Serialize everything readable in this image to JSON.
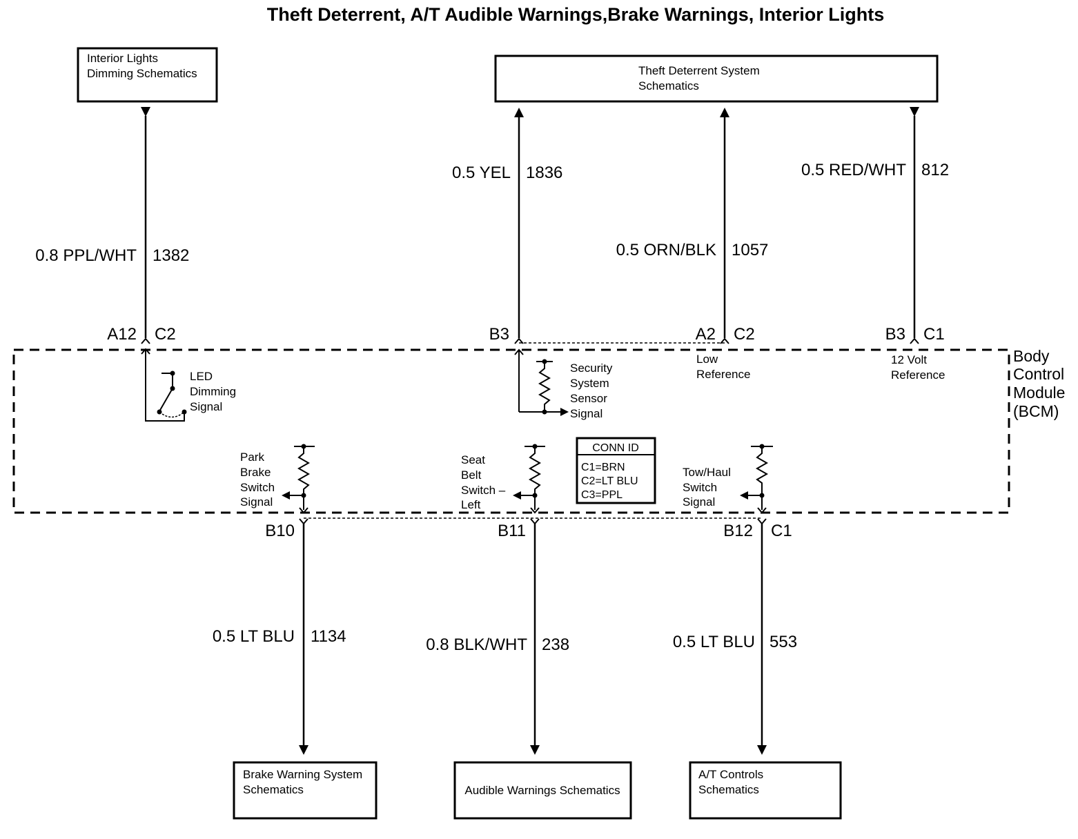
{
  "title": "Theft Deterrent, A/T Audible Warnings,Brake Warnings, Interior Lights",
  "boxes": {
    "interior_lights": [
      "Interior Lights",
      "Dimming Schematics"
    ],
    "theft_deterrent": [
      "Theft Deterrent System",
      "Schematics"
    ],
    "brake_warning": [
      "Brake Warning System",
      "Schematics"
    ],
    "audible_warnings": [
      "Audible Warnings Schematics"
    ],
    "at_controls": [
      "A/T Controls",
      "Schematics"
    ]
  },
  "wires": {
    "w1382": {
      "color": "0.8 PPL/WHT",
      "circuit": "1382"
    },
    "w1836": {
      "color": "0.5 YEL",
      "circuit": "1836"
    },
    "w1057": {
      "color": "0.5 ORN/BLK",
      "circuit": "1057"
    },
    "w812": {
      "color": "0.5 RED/WHT",
      "circuit": "812"
    },
    "w1134": {
      "color": "0.5 LT BLU",
      "circuit": "1134"
    },
    "w238": {
      "color": "0.8 BLK/WHT",
      "circuit": "238"
    },
    "w553": {
      "color": "0.5 LT BLU",
      "circuit": "553"
    }
  },
  "pins": {
    "a12": "A12",
    "c2_a": "C2",
    "b3_a": "B3",
    "a2": "A2",
    "c2_b": "C2",
    "b3_b": "B3",
    "c1_a": "C1",
    "b10": "B10",
    "b11": "B11",
    "b12": "B12",
    "c1_b": "C1"
  },
  "signals": {
    "led": [
      "LED",
      "Dimming",
      "Signal"
    ],
    "security": [
      "Security",
      "System",
      "Sensor",
      "Signal"
    ],
    "low_ref": [
      "Low",
      "Reference"
    ],
    "volt_ref": [
      "12 Volt",
      "Reference"
    ],
    "park": [
      "Park",
      "Brake",
      "Switch",
      "Signal"
    ],
    "seat": [
      "Seat",
      "Belt",
      "Switch –",
      "Left"
    ],
    "tow": [
      "Tow/Haul",
      "Switch",
      "Signal"
    ]
  },
  "bcm": [
    "Body",
    "Control",
    "Module",
    "(BCM)"
  ],
  "conn_id": {
    "header": "CONN ID",
    "rows": [
      "C1=BRN",
      "C2=LT BLU",
      "C3=PPL"
    ]
  }
}
